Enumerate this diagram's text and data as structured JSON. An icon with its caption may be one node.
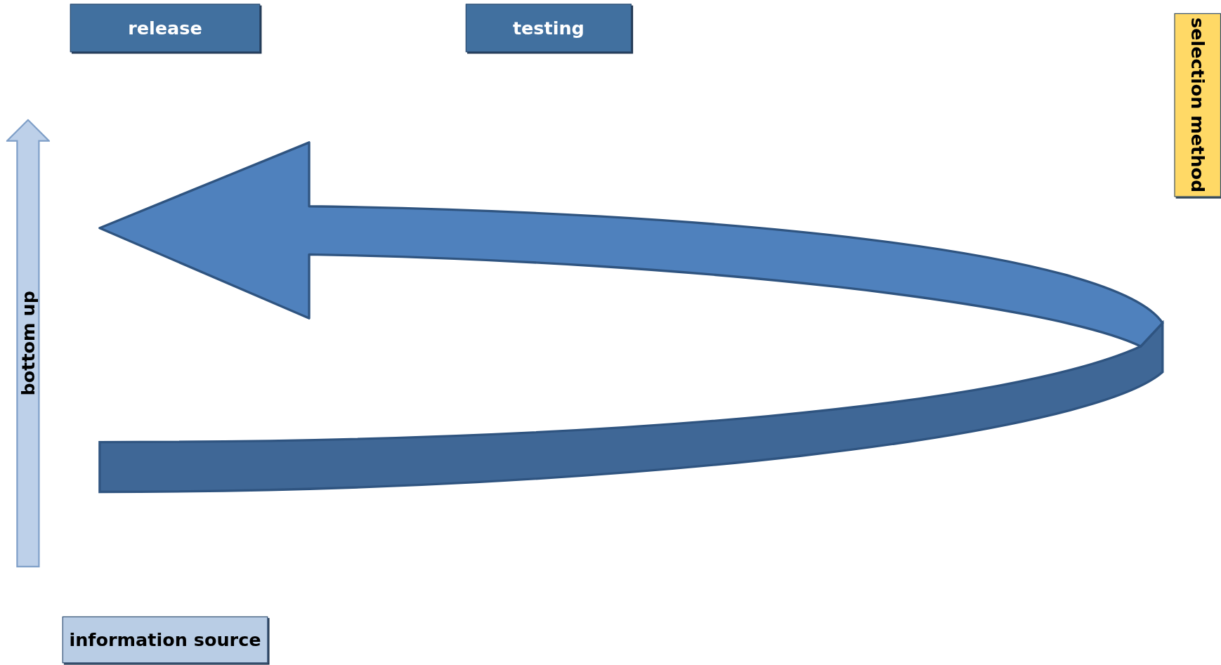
{
  "diagram": {
    "nodes": [
      {
        "text": [
          "release"
        ]
      },
      {
        "text": [
          "testing"
        ]
      },
      {
        "text": [
          "selection method"
        ]
      },
      {
        "text": [
          "bottom up"
        ]
      },
      {
        "text": [
          "information source"
        ]
      }
    ]
  }
}
